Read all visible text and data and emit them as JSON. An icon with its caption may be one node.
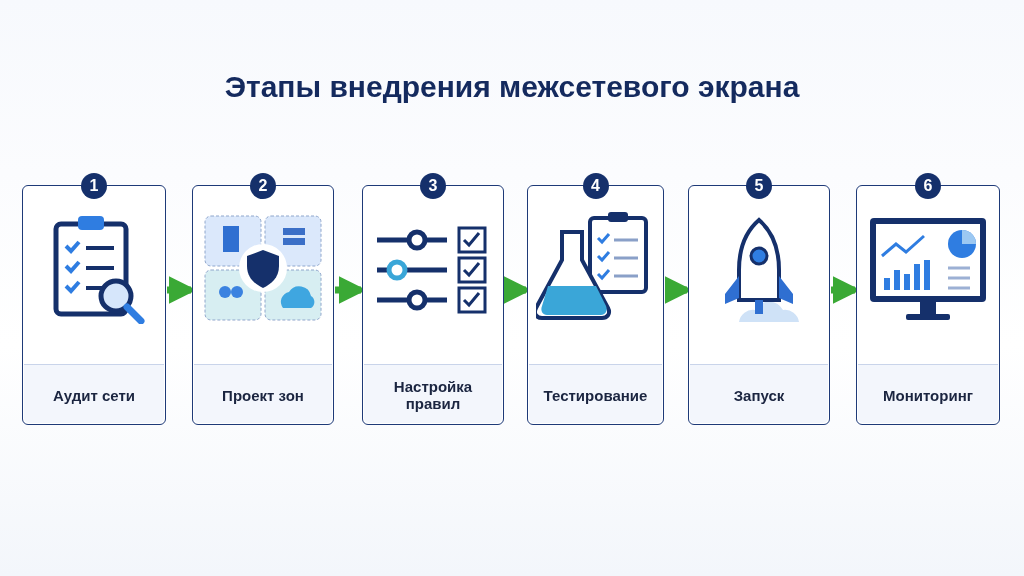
{
  "diagram": {
    "title": "Этапы внедрения межсетевого экрана",
    "nodes": [
      {
        "text": [
          "1",
          "Аудит сети"
        ]
      },
      {
        "text": [
          "2",
          "Проект зон"
        ]
      },
      {
        "text": [
          "3",
          "Настройка правил"
        ]
      },
      {
        "text": [
          "4",
          "Тестирование"
        ]
      },
      {
        "text": [
          "5",
          "Запуск"
        ]
      },
      {
        "text": [
          "6",
          "Мониторинг"
        ]
      }
    ],
    "edges": [
      {
        "from": 0,
        "to": 1,
        "arrow": "to"
      },
      {
        "from": 1,
        "to": 2,
        "arrow": "to"
      },
      {
        "from": 2,
        "to": 3,
        "arrow": "to"
      },
      {
        "from": 3,
        "to": 4,
        "arrow": "to"
      },
      {
        "from": 4,
        "to": 5,
        "arrow": "to"
      }
    ]
  }
}
